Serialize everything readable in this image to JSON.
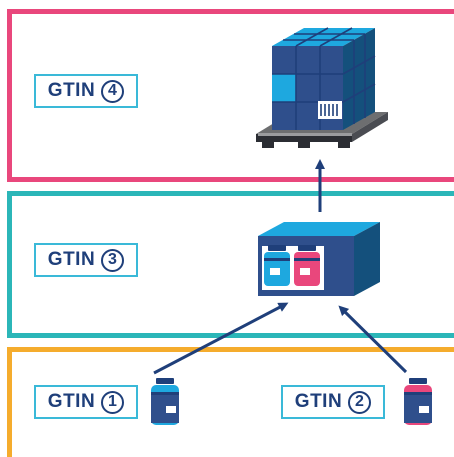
{
  "tiers": {
    "pallet": {
      "label": "GTIN",
      "number": "4"
    },
    "case": {
      "label": "GTIN",
      "number": "3"
    },
    "item_a": {
      "label": "GTIN",
      "number": "1"
    },
    "item_b": {
      "label": "GTIN",
      "number": "2"
    }
  },
  "colors": {
    "pallet_border": "#e9477c",
    "case_border": "#2bb6b8",
    "item_border": "#f5ac2d",
    "label_border": "#3ab9d8",
    "navy": "#1f3f7a",
    "cyan_product": "#1ea8df",
    "pink_product": "#e9477c"
  },
  "icons": [
    "pallet-icon",
    "barcode-icon",
    "case-box-icon",
    "jar-icon",
    "arrow-up-icon"
  ]
}
